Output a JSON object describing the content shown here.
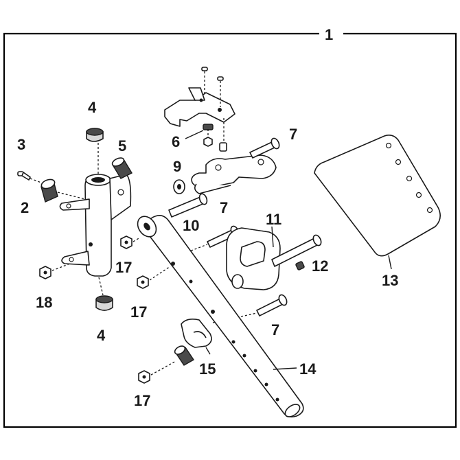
{
  "callouts": {
    "c1": "1",
    "c2": "2",
    "c3": "3",
    "c4_top": "4",
    "c4_bottom": "4",
    "c5": "5",
    "c6": "6",
    "c7_top": "7",
    "c7_mid": "7",
    "c7_bottom": "7",
    "c9": "9",
    "c10": "10",
    "c11": "11",
    "c12": "12",
    "c13": "13",
    "c14": "14",
    "c15": "15",
    "c17_a": "17",
    "c17_b": "17",
    "c17_c": "17",
    "c18": "18"
  }
}
